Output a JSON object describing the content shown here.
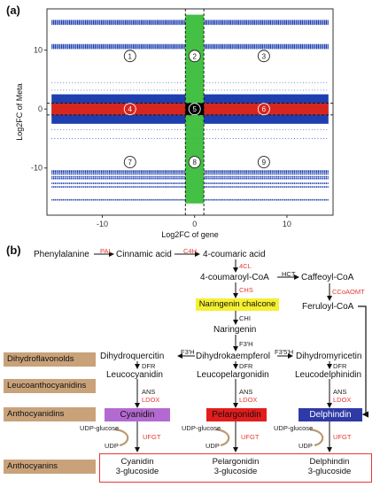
{
  "panel_a": {
    "label": "(a)",
    "xlabel": "Log2FC of gene",
    "ylabel": "Log2FC of Meta",
    "x_ticks": [
      "-10",
      "0",
      "10"
    ],
    "y_ticks": [
      "10",
      "0",
      "-10"
    ],
    "regions": [
      "1",
      "2",
      "3",
      "4",
      "5",
      "6",
      "7",
      "8",
      "9"
    ]
  },
  "chart_data": {
    "type": "scatter",
    "title": "",
    "xlabel": "Log2FC of gene",
    "ylabel": "Log2FC of Meta",
    "xlim": [
      -16,
      15
    ],
    "ylim": [
      -18,
      17
    ],
    "thresholds": {
      "x": [
        -1,
        1
      ],
      "y": [
        -1,
        1
      ]
    },
    "series": [
      {
        "color": "#1e3fb0",
        "x_range": [
          -15.5,
          14.5
        ],
        "y": [
          15,
          14.8,
          14.6,
          14.4,
          10.9,
          10.7,
          10.5,
          10.3,
          -10.5,
          -10.7,
          -11,
          -11.5,
          -11.8,
          -12.6,
          -13.2,
          -15.4
        ]
      },
      {
        "color": "#1e3fb0",
        "x_range": [
          -15.5,
          14.5
        ],
        "y_range": [
          -2.5,
          2.5
        ]
      },
      {
        "color": "#d7261e",
        "x_range": [
          -15.5,
          14.5
        ],
        "y_range": [
          -1,
          1
        ]
      },
      {
        "color": "#44c044",
        "x_range": [
          -1,
          1
        ],
        "y_range": [
          -16,
          16
        ]
      },
      {
        "color": "#000000",
        "x_range": [
          -1,
          1
        ],
        "y_range": [
          -1,
          1
        ]
      }
    ]
  },
  "panel_b": {
    "label": "(b)",
    "nodes": {
      "phenylalanine": "Phenylalanine",
      "cinnamic": "Cinnamic acid",
      "coumaric": "4-coumaric acid",
      "coumaroyl": "4-coumaroyl-CoA",
      "caffeoyl": "Caffeoyl-CoA",
      "naringenin_chalcone": "Naringenin chalcone",
      "feruloyl": "Feruloyl-CoA",
      "naringenin": "Naringenin",
      "dihydroquercitin": "Dihydroquercitin",
      "dihydrokaempferol": "Dihydrokaempferol",
      "dihydromyricetin": "Dihydromyricetin",
      "leucocyanidin": "Leucocyanidin",
      "leucopelargonidin": "Leucopelargonidin",
      "leucodelphinidin": "Leucodelphinidin",
      "cyanidin": "Cyanidin",
      "pelargonidin": "Pelargonidin",
      "delphindin": "Delphindin",
      "cyanidin_glc_1": "Cyanidin",
      "cyanidin_glc_2": "3-glucoside",
      "pelargonidin_glc_1": "Pelargonidin",
      "pelargonidin_glc_2": "3-glucoside",
      "delphindin_glc_1": "Delphindin",
      "delphindin_glc_2": "3-glucoside"
    },
    "enzymes": {
      "pal": "PAL",
      "c4h": "C4H",
      "4cl": "4CL",
      "hct": "HCT",
      "chs": "CHS",
      "ccoaomt": "CCoAOMT",
      "chi": "CHI",
      "f3h": "F3'H",
      "f3h_left": "F3'H",
      "f3h_right": "F3'5'H",
      "dfr": "DFR",
      "ans": "ANS",
      "ldox": "LDOX",
      "udpg": "UDP-glucose",
      "udp": "UDP",
      "ufgt": "UFGT"
    },
    "categories": {
      "dihydroflavonols": "Dihydroflavonolds",
      "leucoanthocyanidins": "Leucoanthocyanidins",
      "anthocyanidins": "Anthocyanidins",
      "anthocyanins": "Anthocyanins"
    },
    "colors": {
      "highlight_yellow": "#f5f032",
      "cyanidin": "#b36ad0",
      "pelargonidin": "#e31d1d",
      "delphindin": "#2f3aa6",
      "category_bg": "#c9a27a",
      "enzyme_red": "#e53935"
    }
  }
}
